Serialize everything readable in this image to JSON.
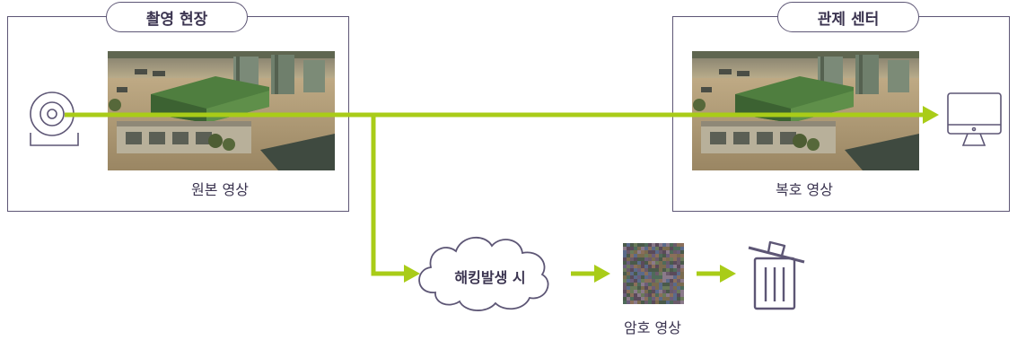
{
  "site": {
    "title": "촬영 현장",
    "caption": "원본 영상"
  },
  "center": {
    "title": "관제 센터",
    "caption": "복호 영상"
  },
  "hack": {
    "label": "해킹발생 시",
    "caption": "암호 영상"
  },
  "icons": {
    "camera": "webcam-icon",
    "monitor": "monitor-icon",
    "cloud": "cloud-icon",
    "noise": "encrypted-noise-image",
    "trash": "trash-icon"
  },
  "colors": {
    "accent": "#a9cc18",
    "outline": "#5d5675",
    "text": "#3b3450"
  }
}
